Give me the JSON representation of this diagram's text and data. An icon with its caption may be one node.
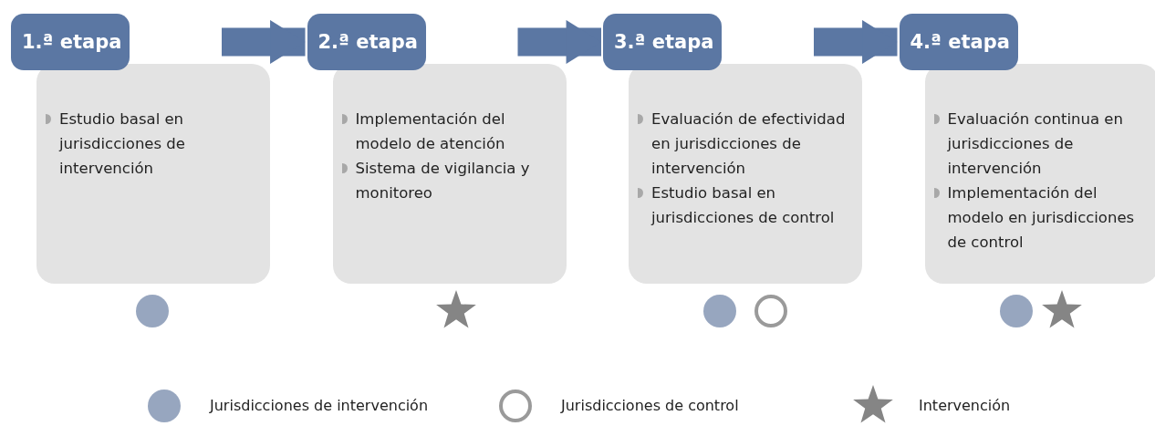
{
  "diagram": {
    "nodes": [
      {
        "text": [
          "1.ª etapa"
        ]
      },
      {
        "text": [
          "Estudio basal en jurisdicciones de intervención"
        ]
      },
      {
        "text": [
          "2.ª etapa"
        ]
      },
      {
        "text": [
          "Implementación del modelo de atención",
          "Sistema de vigilancia y monitoreo"
        ]
      },
      {
        "text": [
          "3.ª etapa"
        ]
      },
      {
        "text": [
          "Evaluación de efectividad en jurisdicciones de intervención",
          "Estudio basal en jurisdicciones de control"
        ]
      },
      {
        "text": [
          "4.ª etapa"
        ]
      },
      {
        "text": [
          "Evaluación continua en jurisdicciones de intervención",
          "Implementación del modelo en jurisdicciones de control"
        ]
      }
    ],
    "edges": [
      {
        "from": 0,
        "to": 2,
        "arrow": "to"
      },
      {
        "from": 2,
        "to": 4,
        "arrow": "to"
      },
      {
        "from": 4,
        "to": 6,
        "arrow": "to"
      }
    ],
    "legend": [
      {
        "text": "Jurisdicciones de intervención",
        "color": "#97a6bf"
      },
      {
        "text": "Jurisdicciones de control"
      },
      {
        "text": "Intervención"
      }
    ]
  }
}
